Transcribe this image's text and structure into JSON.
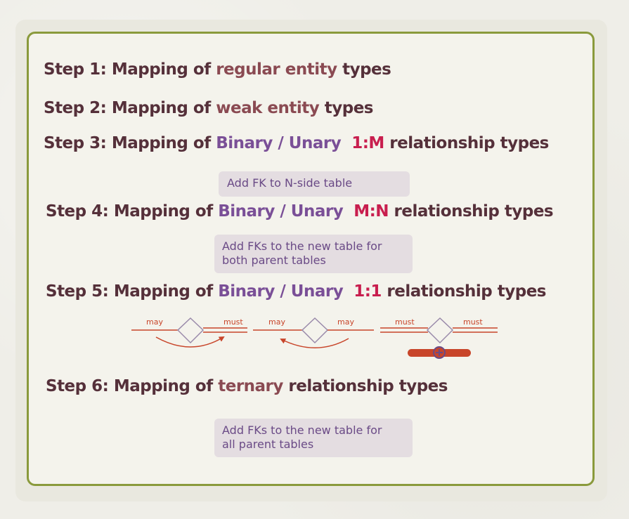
{
  "steps": [
    {
      "prefix": "Step 1: Mapping of ",
      "keyword": "regular entity",
      "suffix": " types"
    },
    {
      "prefix": "Step 2: Mapping of ",
      "keyword": "weak entity",
      "suffix": " types"
    },
    {
      "prefix": "Step 3: Mapping of ",
      "keyword": "Binary / Unary",
      "ratio": "1:M",
      "suffix": " relationship types"
    },
    {
      "prefix": "Step 4: Mapping of ",
      "keyword": "Binary / Unary",
      "ratio": "M:N",
      "suffix": " relationship types"
    },
    {
      "prefix": "Step 5: Mapping of ",
      "keyword": "Binary / Unary",
      "ratio": "1:1",
      "suffix": " relationship types"
    },
    {
      "prefix": "Step 6: Mapping of ",
      "keyword": "ternary",
      "suffix": " relationship types"
    }
  ],
  "notes": {
    "step3": "Add FK to N-side table",
    "step4_line1": "Add FKs to the new table for",
    "step4_line2": "both parent tables",
    "step6_line1": "Add FKs to the new table for",
    "step6_line2": "all parent tables"
  },
  "diagrams": [
    {
      "left_label": "may",
      "right_label": "must"
    },
    {
      "left_label": "may",
      "right_label": "may"
    },
    {
      "left_label": "must",
      "right_label": "must"
    }
  ],
  "colors": {
    "frame": "#8a9a3c",
    "heading": "#55303a",
    "keyword_brown": "#8a4a52",
    "keyword_purple": "#7a4f97",
    "ratio_red": "#c81e4e",
    "line_red": "#c8452a",
    "diamond": "#9a8aaa",
    "note_bg": "#e4dde1",
    "note_text": "#6a4a86"
  }
}
